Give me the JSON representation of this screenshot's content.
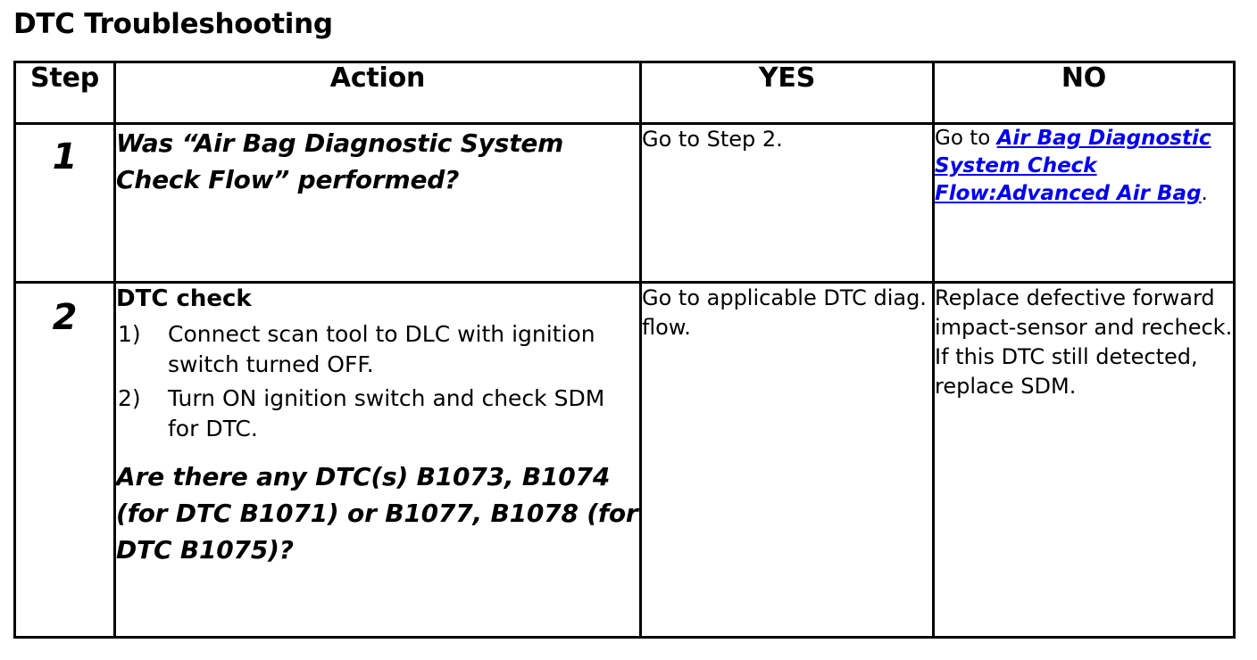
{
  "page_title": "DTC Troubleshooting",
  "table": {
    "headers": {
      "step": "Step",
      "action": "Action",
      "yes": "YES",
      "no": "NO"
    },
    "rows": [
      {
        "step": "1",
        "action": {
          "question": "Was “Air Bag Diagnostic System Check Flow” performed?"
        },
        "yes": "Go to Step 2.",
        "no": {
          "prefix": "Go to ",
          "link": "Air Bag Diagnostic System Check Flow:Advanced Air Bag",
          "suffix": "."
        }
      },
      {
        "step": "2",
        "action": {
          "heading": "DTC check",
          "steps": [
            {
              "marker": "1)",
              "text": "Connect scan tool to DLC with ignition switch turned OFF."
            },
            {
              "marker": "2)",
              "text": "Turn ON ignition switch and check SDM for DTC."
            }
          ],
          "question": "Are there any DTC(s) B1073, B1074 (for DTC B1071) or B1077, B1078 (for DTC B1075)?"
        },
        "yes": "Go to applicable DTC diag. flow.",
        "no": "Replace defective forward impact-sensor and recheck. If this DTC still detected, replace SDM."
      }
    ]
  },
  "colors": {
    "border": "#000000",
    "text": "#000000",
    "background": "#ffffff"
  }
}
